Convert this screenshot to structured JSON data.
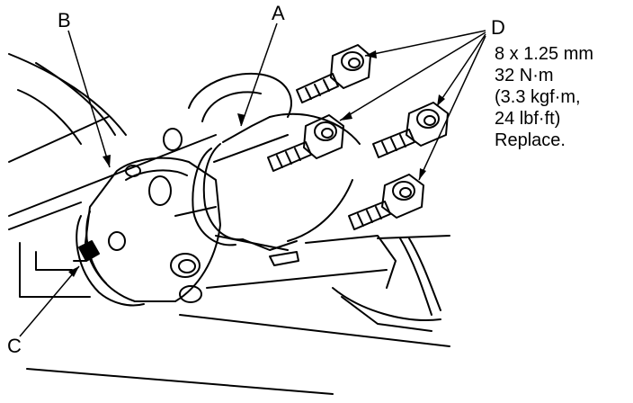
{
  "labels": {
    "a": "A",
    "b": "B",
    "c": "C",
    "d": "D"
  },
  "spec_lines": [
    "8 x 1.25 mm",
    "32 N·m",
    "(3.3 kgf·m,",
    "24 lbf·ft)",
    "Replace."
  ],
  "colors": {
    "ink": "#000000",
    "paper": "#ffffff"
  }
}
